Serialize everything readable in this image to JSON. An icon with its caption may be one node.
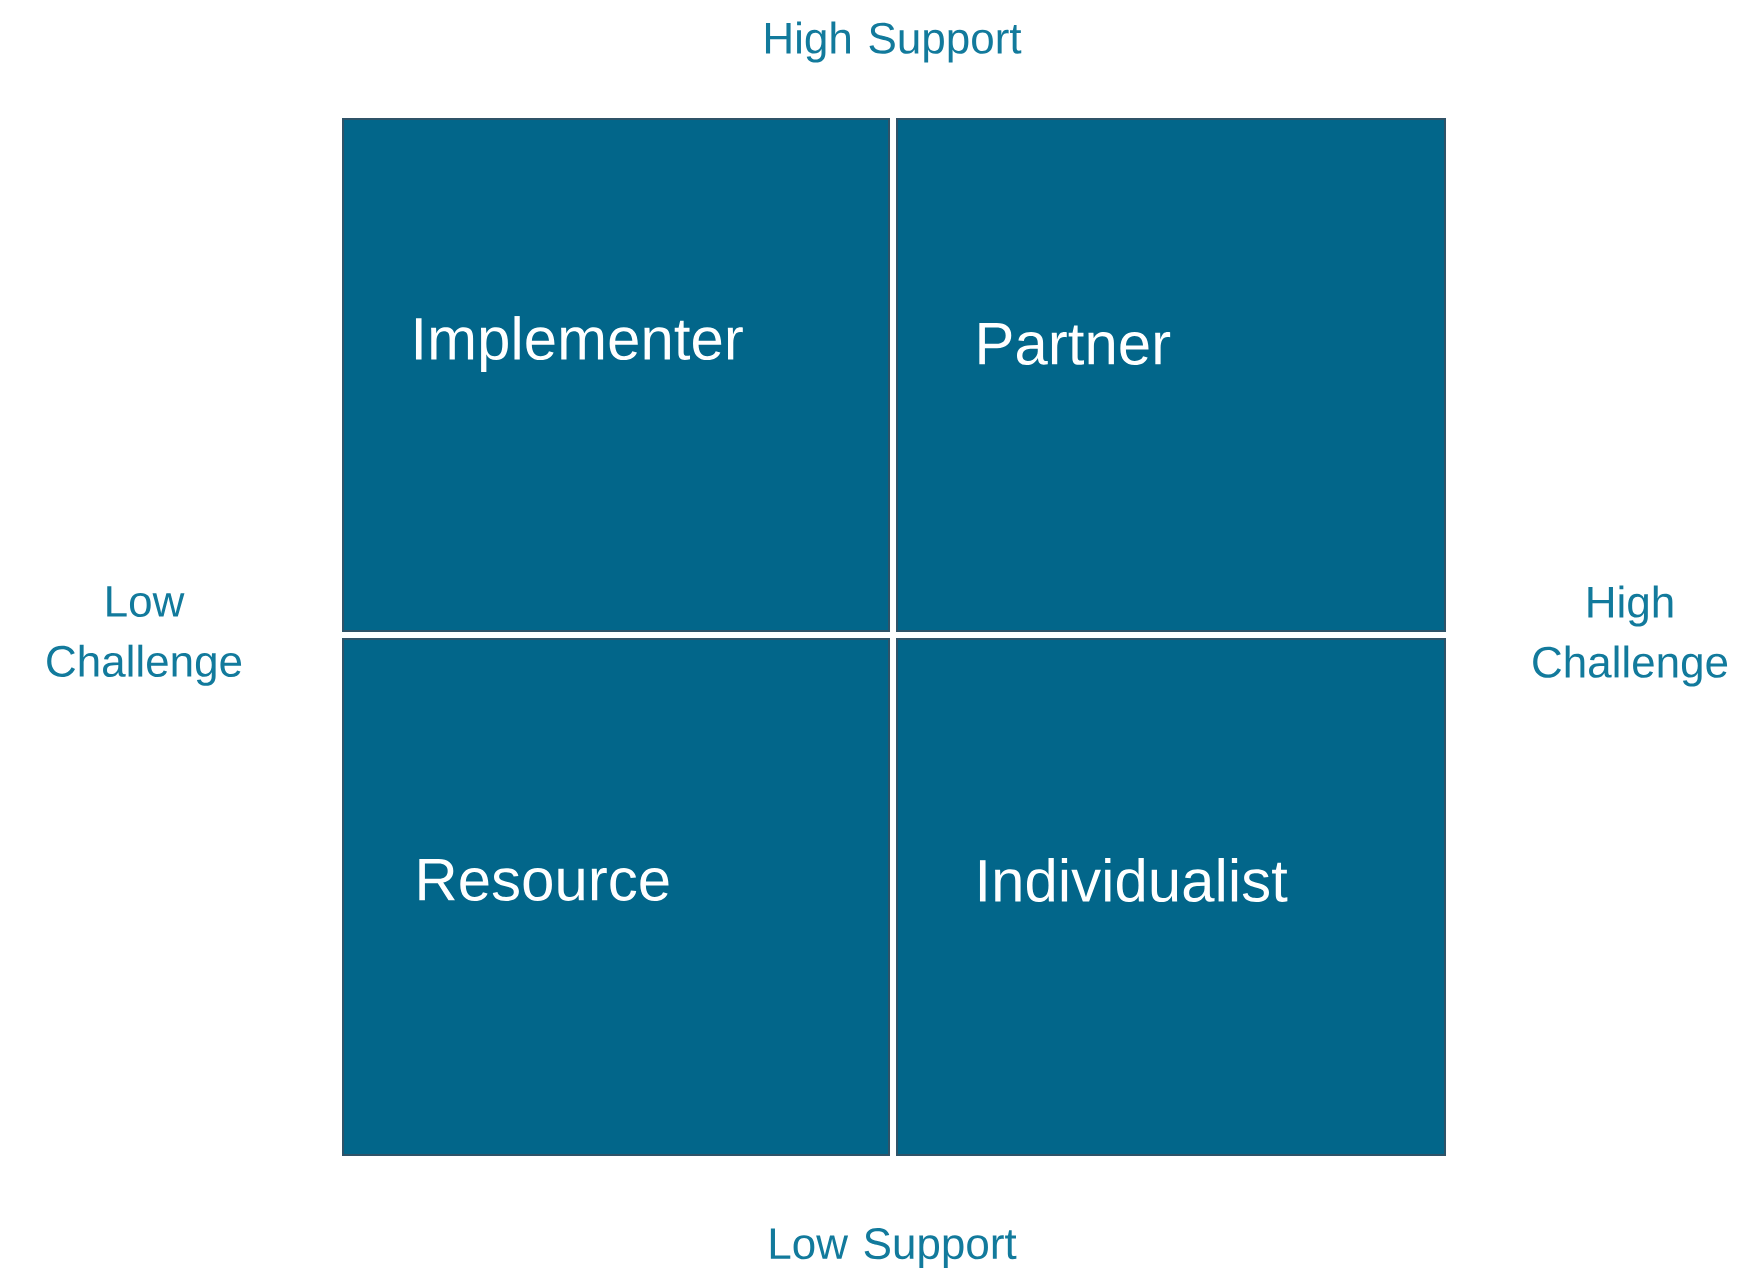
{
  "diagram": {
    "nodes": [
      {
        "text": [
          "Implementer"
        ]
      },
      {
        "text": [
          "Partner"
        ]
      },
      {
        "text": [
          "Resource"
        ]
      },
      {
        "text": [
          "Individualist"
        ]
      }
    ],
    "labels": [
      "High Support",
      "Low Challenge",
      "High Challenge",
      "Low Support"
    ]
  }
}
